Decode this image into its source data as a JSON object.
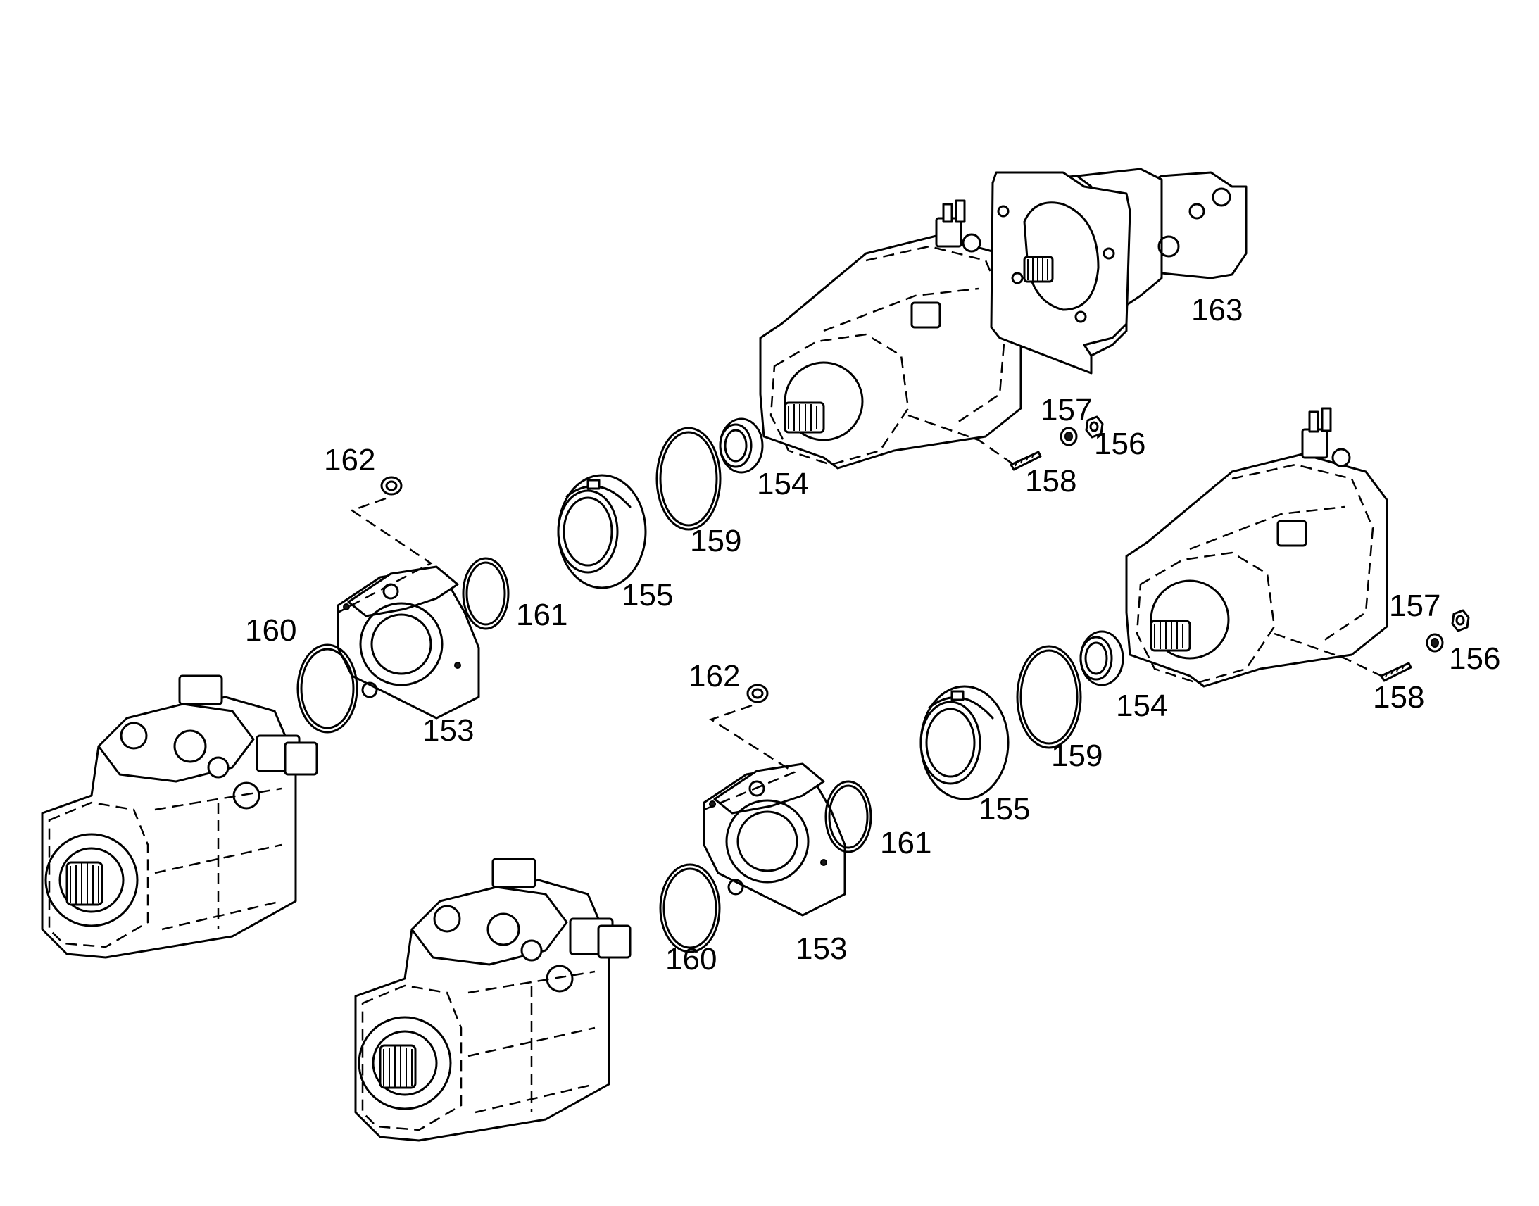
{
  "diagram": {
    "labels": {
      "l153a": "153",
      "l153b": "153",
      "l154a": "154",
      "l154b": "154",
      "l155a": "155",
      "l155b": "155",
      "l156a": "156",
      "l156b": "156",
      "l157a": "157",
      "l157b": "157",
      "l158a": "158",
      "l158b": "158",
      "l159a": "159",
      "l159b": "159",
      "l160a": "160",
      "l160b": "160",
      "l161a": "161",
      "l161b": "161",
      "l162a": "162",
      "l162b": "162",
      "l163": "163"
    }
  }
}
